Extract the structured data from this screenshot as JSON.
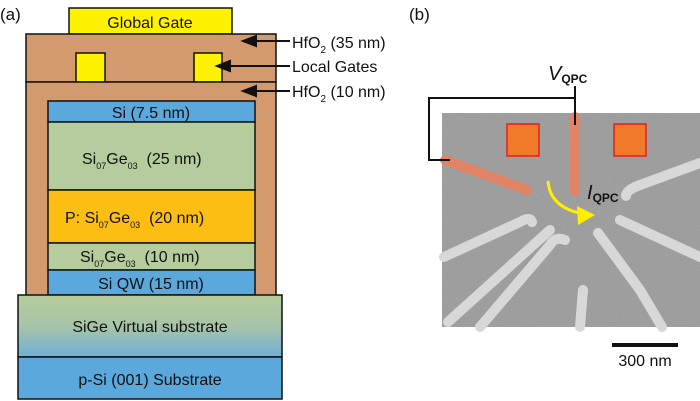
{
  "panel_a": {
    "label": "(a)",
    "global_gate": "Global Gate",
    "annotations": {
      "hfo2_35": {
        "main": "HfO",
        "sub": "2",
        "rest": " (35 nm)"
      },
      "local_gates": "Local Gates",
      "hfo2_10": {
        "main": "HfO",
        "sub": "2",
        "rest": " (10 nm)"
      }
    },
    "layers": {
      "si_cap": "Si (7.5 nm)",
      "sige_25": {
        "a": "Si",
        "s1": "07",
        "b": "Ge",
        "s2": "03",
        "rest": "  (25 nm)"
      },
      "p_sige_20": {
        "a": "P: Si",
        "s1": "07",
        "b": "Ge",
        "s2": "03",
        "rest": "  (20 nm)"
      },
      "sige_10": {
        "a": "Si",
        "s1": "07",
        "b": "Ge",
        "s2": "03",
        "rest": "  (10 nm)"
      },
      "si_qw": "Si QW (15 nm)",
      "virtual_substrate": "SiGe Virtual substrate",
      "substrate": "p-Si (001) Substrate"
    },
    "colors": {
      "oxide": "#d39a6e",
      "gate": "#fff200",
      "si": "#5aa8dc",
      "sige": "#b5cc9c",
      "doped": "#fdbe14"
    }
  },
  "panel_b": {
    "label": "(b)",
    "v_label": {
      "main": "V",
      "sub": "QPC"
    },
    "i_label": {
      "main": "I",
      "sub": "QPC"
    },
    "scale_bar": "300 nm",
    "colors": {
      "gate_highlight": "#e8825f",
      "dot": "#f07a2a",
      "arrow": "#ffee00"
    }
  }
}
